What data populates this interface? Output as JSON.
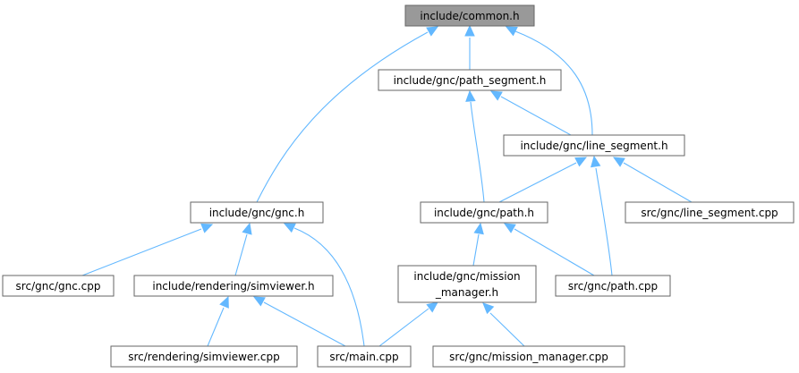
{
  "graph": {
    "colors": {
      "edge": "#63b8ff",
      "node_border": "#666666",
      "root_fill": "#999999",
      "node_fill": "#ffffff"
    },
    "nodes": {
      "common_h": {
        "label": "include/common.h"
      },
      "path_segment_h": {
        "label": "include/gnc/path_segment.h"
      },
      "line_segment_h": {
        "label": "include/gnc/line_segment.h"
      },
      "gnc_h": {
        "label": "include/gnc/gnc.h"
      },
      "path_h": {
        "label": "include/gnc/path.h"
      },
      "line_segment_cpp": {
        "label": "src/gnc/line_segment.cpp"
      },
      "gnc_cpp": {
        "label": "src/gnc/gnc.cpp"
      },
      "simviewer_h": {
        "label": "include/rendering/simviewer.h"
      },
      "mission_manager_h": {
        "label_line1": "include/gnc/mission",
        "label_line2": "_manager.h"
      },
      "path_cpp": {
        "label": "src/gnc/path.cpp"
      },
      "simviewer_cpp": {
        "label": "src/rendering/simviewer.cpp"
      },
      "main_cpp": {
        "label": "src/main.cpp"
      },
      "mission_manager_cpp": {
        "label": "src/gnc/mission_manager.cpp"
      }
    },
    "edges": [
      {
        "from": "common_h",
        "to": "path_segment_h"
      },
      {
        "from": "common_h",
        "to": "gnc_h"
      },
      {
        "from": "common_h",
        "to": "line_segment_h"
      },
      {
        "from": "path_segment_h",
        "to": "line_segment_h"
      },
      {
        "from": "path_segment_h",
        "to": "path_h"
      },
      {
        "from": "line_segment_h",
        "to": "path_h"
      },
      {
        "from": "line_segment_h",
        "to": "line_segment_cpp"
      },
      {
        "from": "line_segment_h",
        "to": "path_cpp"
      },
      {
        "from": "gnc_h",
        "to": "gnc_cpp"
      },
      {
        "from": "gnc_h",
        "to": "simviewer_h"
      },
      {
        "from": "gnc_h",
        "to": "main_cpp"
      },
      {
        "from": "path_h",
        "to": "mission_manager_h"
      },
      {
        "from": "path_h",
        "to": "path_cpp"
      },
      {
        "from": "simviewer_h",
        "to": "simviewer_cpp"
      },
      {
        "from": "simviewer_h",
        "to": "main_cpp"
      },
      {
        "from": "mission_manager_h",
        "to": "main_cpp"
      },
      {
        "from": "mission_manager_h",
        "to": "mission_manager_cpp"
      }
    ]
  }
}
